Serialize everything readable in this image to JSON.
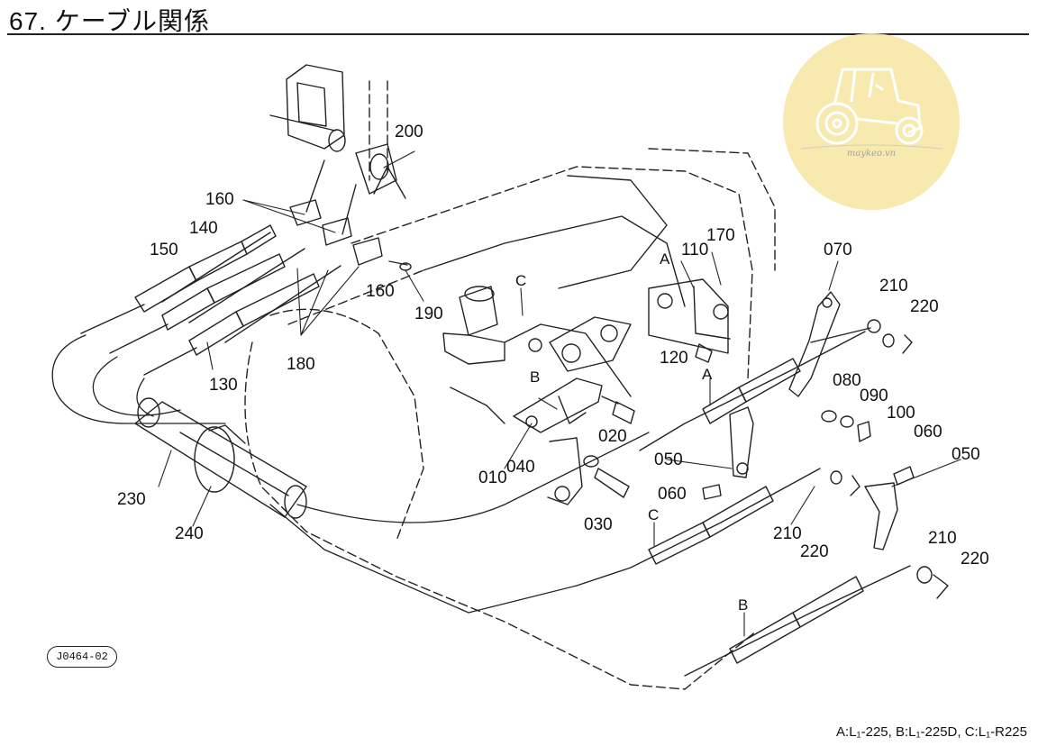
{
  "header": {
    "title": "67. ケーブル関係"
  },
  "callouts": {
    "c200": "200",
    "c160a": "160",
    "c140": "140",
    "c150": "150",
    "c160b": "160",
    "c190": "190",
    "c180": "180",
    "c130": "130",
    "c110": "110",
    "c170": "170",
    "c070": "070",
    "c120": "120",
    "c210a": "210",
    "c220a": "220",
    "c080": "080",
    "c090": "090",
    "c100": "100",
    "c020": "020",
    "c010": "010",
    "c040": "040",
    "c030": "030",
    "c050a": "050",
    "c060a": "060",
    "c060b": "060",
    "c050b": "050",
    "c210b": "210",
    "c220b": "220",
    "c210c": "210",
    "c220c": "220",
    "c230": "230",
    "c240": "240"
  },
  "letters": {
    "A1": "A",
    "A2": "A",
    "B1": "B",
    "B2": "B",
    "C1": "C",
    "C2": "C"
  },
  "ref_code": "J0464-02",
  "footnote": "A:L₁-225, B:L₁-225D, C:L₁-R225",
  "watermark": {
    "text": "maykeo.vn",
    "icon": "tractor-icon",
    "color": "#f8e7a6"
  }
}
